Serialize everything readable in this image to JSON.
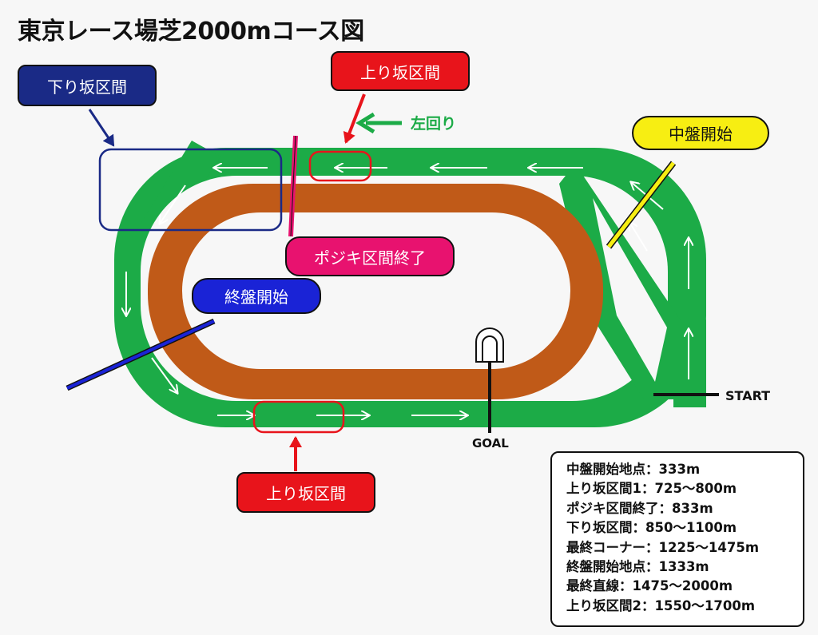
{
  "title": "東京レース場芝2000mコース図",
  "direction_label": "左回り",
  "labels": {
    "downhill": "下り坂区間",
    "uphill_top": "上り坂区間",
    "midgame_start": "中盤開始",
    "pogiki_end": "ポジキ区間終了",
    "final_start": "終盤開始",
    "uphill_bottom": "上り坂区間"
  },
  "markers": {
    "start": "START",
    "goal": "GOAL"
  },
  "info": [
    "中盤開始地点：333m",
    "上り坂区間1：725～800m",
    "ポジキ区間終了：833m",
    "下り坂区間：850～1100m",
    "最終コーナー：1225～1475m",
    "終盤開始地点：1333m",
    "最終直線：1475～2000m",
    "上り坂区間2：1550～1700m"
  ],
  "colors": {
    "turf": "#1cab47",
    "dirt": "#c05a18",
    "uphill": "#e8141b",
    "downhill": "#1a2a86",
    "midgame": "#f7ee12",
    "pogiki": "#e8126f",
    "final": "#1a23d6"
  }
}
